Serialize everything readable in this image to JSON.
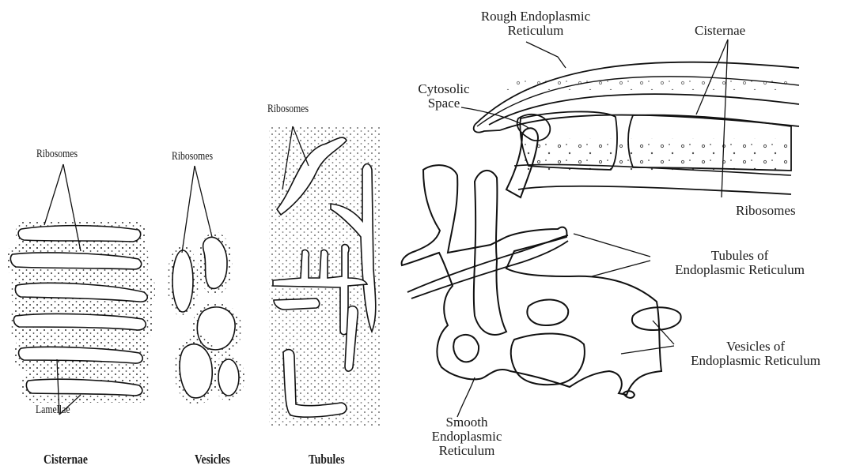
{
  "left_panel": {
    "cisternae": {
      "ribosomes_label": "Ribosomes",
      "lamellae_label": "Lamellae",
      "caption": "Cisternae"
    },
    "vesicles": {
      "ribosomes_label": "Ribosomes",
      "caption": "Vesicles"
    },
    "tubules": {
      "ribosomes_label": "Ribosomes",
      "caption": "Tubules"
    }
  },
  "right_panel": {
    "rough_er_line1": "Rough Endoplasmic",
    "rough_er_line2": "Reticulum",
    "cisternae_label": "Cisternae",
    "cytosolic_line1": "Cytosolic",
    "cytosolic_line2": "Space",
    "ribosomes_label": "Ribosomes",
    "tubules_line1": "Tubules of",
    "tubules_line2": "Endoplasmic Reticulum",
    "vesicles_line1": "Vesicles of",
    "vesicles_line2": "Endoplasmic Reticulum",
    "smooth_line1": "Smooth",
    "smooth_line2": "Endoplasmic",
    "smooth_line3": "Reticulum"
  }
}
